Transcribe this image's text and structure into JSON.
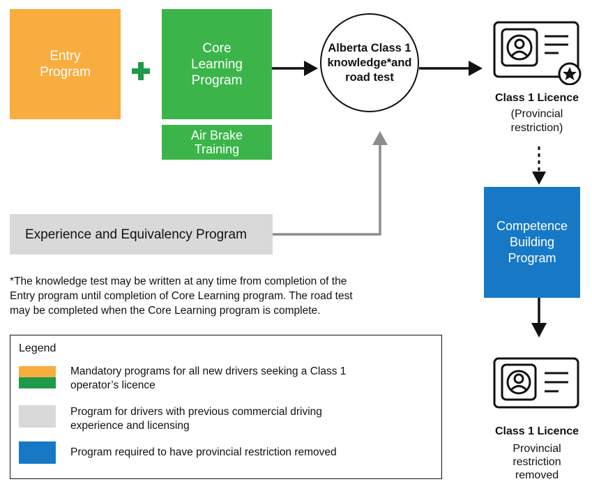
{
  "colors": {
    "orange": "#f9ad3f",
    "green": "#3bb54a",
    "dark_green": "#1e9a4a",
    "gray": "#d9d9d9",
    "blue": "#1779c6",
    "black": "#111111",
    "arrow_gray": "#8c8c8c"
  },
  "boxes": {
    "entry": "Entry\nProgram",
    "core": "Core\nLearning\nProgram",
    "airbrake": "Air Brake\nTraining",
    "experience": "Experience and Equivalency Program",
    "competence": "Competence\nBuilding\nProgram"
  },
  "test_circle": "Alberta Class 1\nknowledge*and\nroad test",
  "licence1": {
    "title": "Class 1 Licence",
    "subtitle": "(Provincial\nrestriction)"
  },
  "licence2": {
    "title": "Class 1 Licence",
    "subtitle": "Provincial\nrestriction\nremoved"
  },
  "footnote": "*The knowledge test may be written at any time from completion of the\nEntry program until completion of Core Learning program. The road test\nmay be completed when the Core Learning program is complete.",
  "legend": {
    "title": "Legend",
    "items": [
      {
        "text": "Mandatory programs for all new drivers seeking a Class 1\noperator’s licence"
      },
      {
        "text": "Program for drivers with previous commercial driving\nexperience and licensing"
      },
      {
        "text": "Program required to have provincial restriction removed"
      }
    ]
  },
  "icons": {
    "plus": "plus-icon",
    "licence_star": "licence-card-star-icon",
    "licence": "licence-card-icon"
  }
}
